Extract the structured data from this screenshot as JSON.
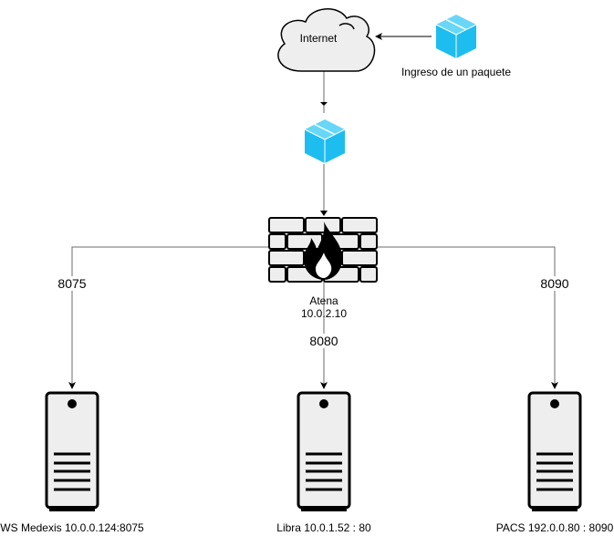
{
  "nodes": {
    "internet": {
      "label": "Internet"
    },
    "incoming_packet": {
      "label": "Ingreso de un paquete"
    },
    "firewall": {
      "label_line1": "Atena",
      "label_line2": "10.0.2.10"
    },
    "servers": [
      {
        "label": "WS Medexis 10.0.0.124:8075",
        "port": "8075"
      },
      {
        "label": "Libra 10.0.1.52 : 80",
        "port": "8080"
      },
      {
        "label": "PACS 192.0.0.80 : 8090",
        "port": "8090"
      }
    ]
  },
  "colors": {
    "package": "#1ebdf0",
    "package_light": "#68d6f7",
    "shape_fill": "#eeeeee",
    "stroke": "#000000",
    "edge": "#6b6b6b"
  }
}
